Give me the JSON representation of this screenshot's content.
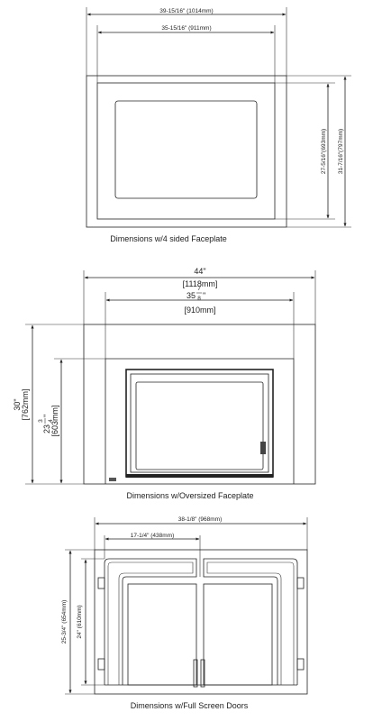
{
  "section1": {
    "caption": "Dimensions w/4 sided Faceplate",
    "width_outer": "39-15/16\" (1014mm)",
    "width_inner": "35-15/16\" (911mm)",
    "height_inner": "27-5/16\"(693mm)",
    "height_outer": "31-7/16\"(797mm)"
  },
  "section2": {
    "caption": "Dimensions w/Oversized Faceplate",
    "width_outer": "44\"",
    "width_outer_mm": "[1118mm]",
    "width_inner_whole": "35",
    "width_inner_num": "7",
    "width_inner_den": "8",
    "width_inner_unit": "\"",
    "width_inner_mm": "[910mm]",
    "height_outer": "30\"",
    "height_outer_mm": "[762mm]",
    "height_inner_whole": "23",
    "height_inner_num": "3",
    "height_inner_den": "4",
    "height_inner_unit": "\"",
    "height_inner_mm": "[603mm]"
  },
  "section3": {
    "caption": "Dimensions w/Full Screen Doors",
    "width_outer": "38-1/8\" (968mm)",
    "width_half": "17-1/4\" (438mm)",
    "height_outer": "25-3/4\" (654mm)",
    "height_inner": "24\" (610mm)"
  }
}
